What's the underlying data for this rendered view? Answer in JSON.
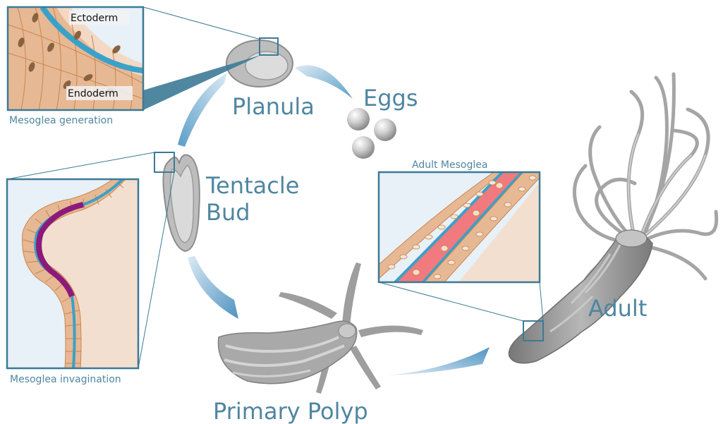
{
  "stages": {
    "planula": "Planula",
    "eggs": "Eggs",
    "tentacle_bud_line1": "Tentacle",
    "tentacle_bud_line2": "Bud",
    "primary_polyp": "Primary Polyp",
    "adult": "Adult"
  },
  "insets": {
    "mesoglea_generation": {
      "caption": "Mesoglea generation",
      "ectoderm_label": "Ectoderm",
      "endoderm_label": "Endoderm"
    },
    "mesoglea_invagination": {
      "caption": "Mesoglea invagination"
    },
    "adult_mesoglea": {
      "caption": "Adult Mesoglea"
    }
  },
  "colors": {
    "label_blue": "#4f86a0",
    "mesoglea_blue": "#3aa1c8",
    "invagination_purple": "#8b1a7a",
    "adult_mesoglea_red": "#f07a7e",
    "tissue_tan": "#e9b48f",
    "inset_background": "#e8f0f8",
    "organism_gray": "#9a9a9a"
  }
}
